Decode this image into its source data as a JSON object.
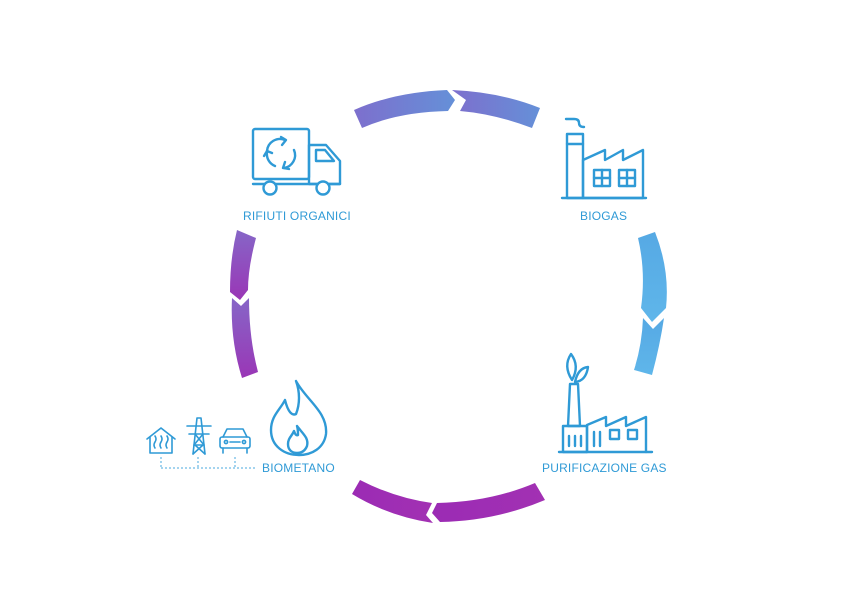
{
  "colors": {
    "icon_stroke": "#2f9ad6",
    "label": "#2f9ad6",
    "arc_top": "#6f78d1",
    "arc_right": "#4ea7e6",
    "arc_bottom": "#9a2fb6",
    "arc_left": "#8e3db9"
  },
  "cycle": {
    "steps": [
      {
        "label": "RIFIUTI ORGANICI",
        "icon": "truck-recycle-icon"
      },
      {
        "label": "BIOGAS",
        "icon": "factory-icon"
      },
      {
        "label": "PURIFICAZIONE GAS",
        "icon": "plant-factory-icon"
      },
      {
        "label": "BIOMETANO",
        "icon": "flame-icon"
      }
    ],
    "uses": [
      {
        "icon": "house-heating-icon"
      },
      {
        "icon": "power-pylon-icon"
      },
      {
        "icon": "car-icon"
      }
    ]
  }
}
